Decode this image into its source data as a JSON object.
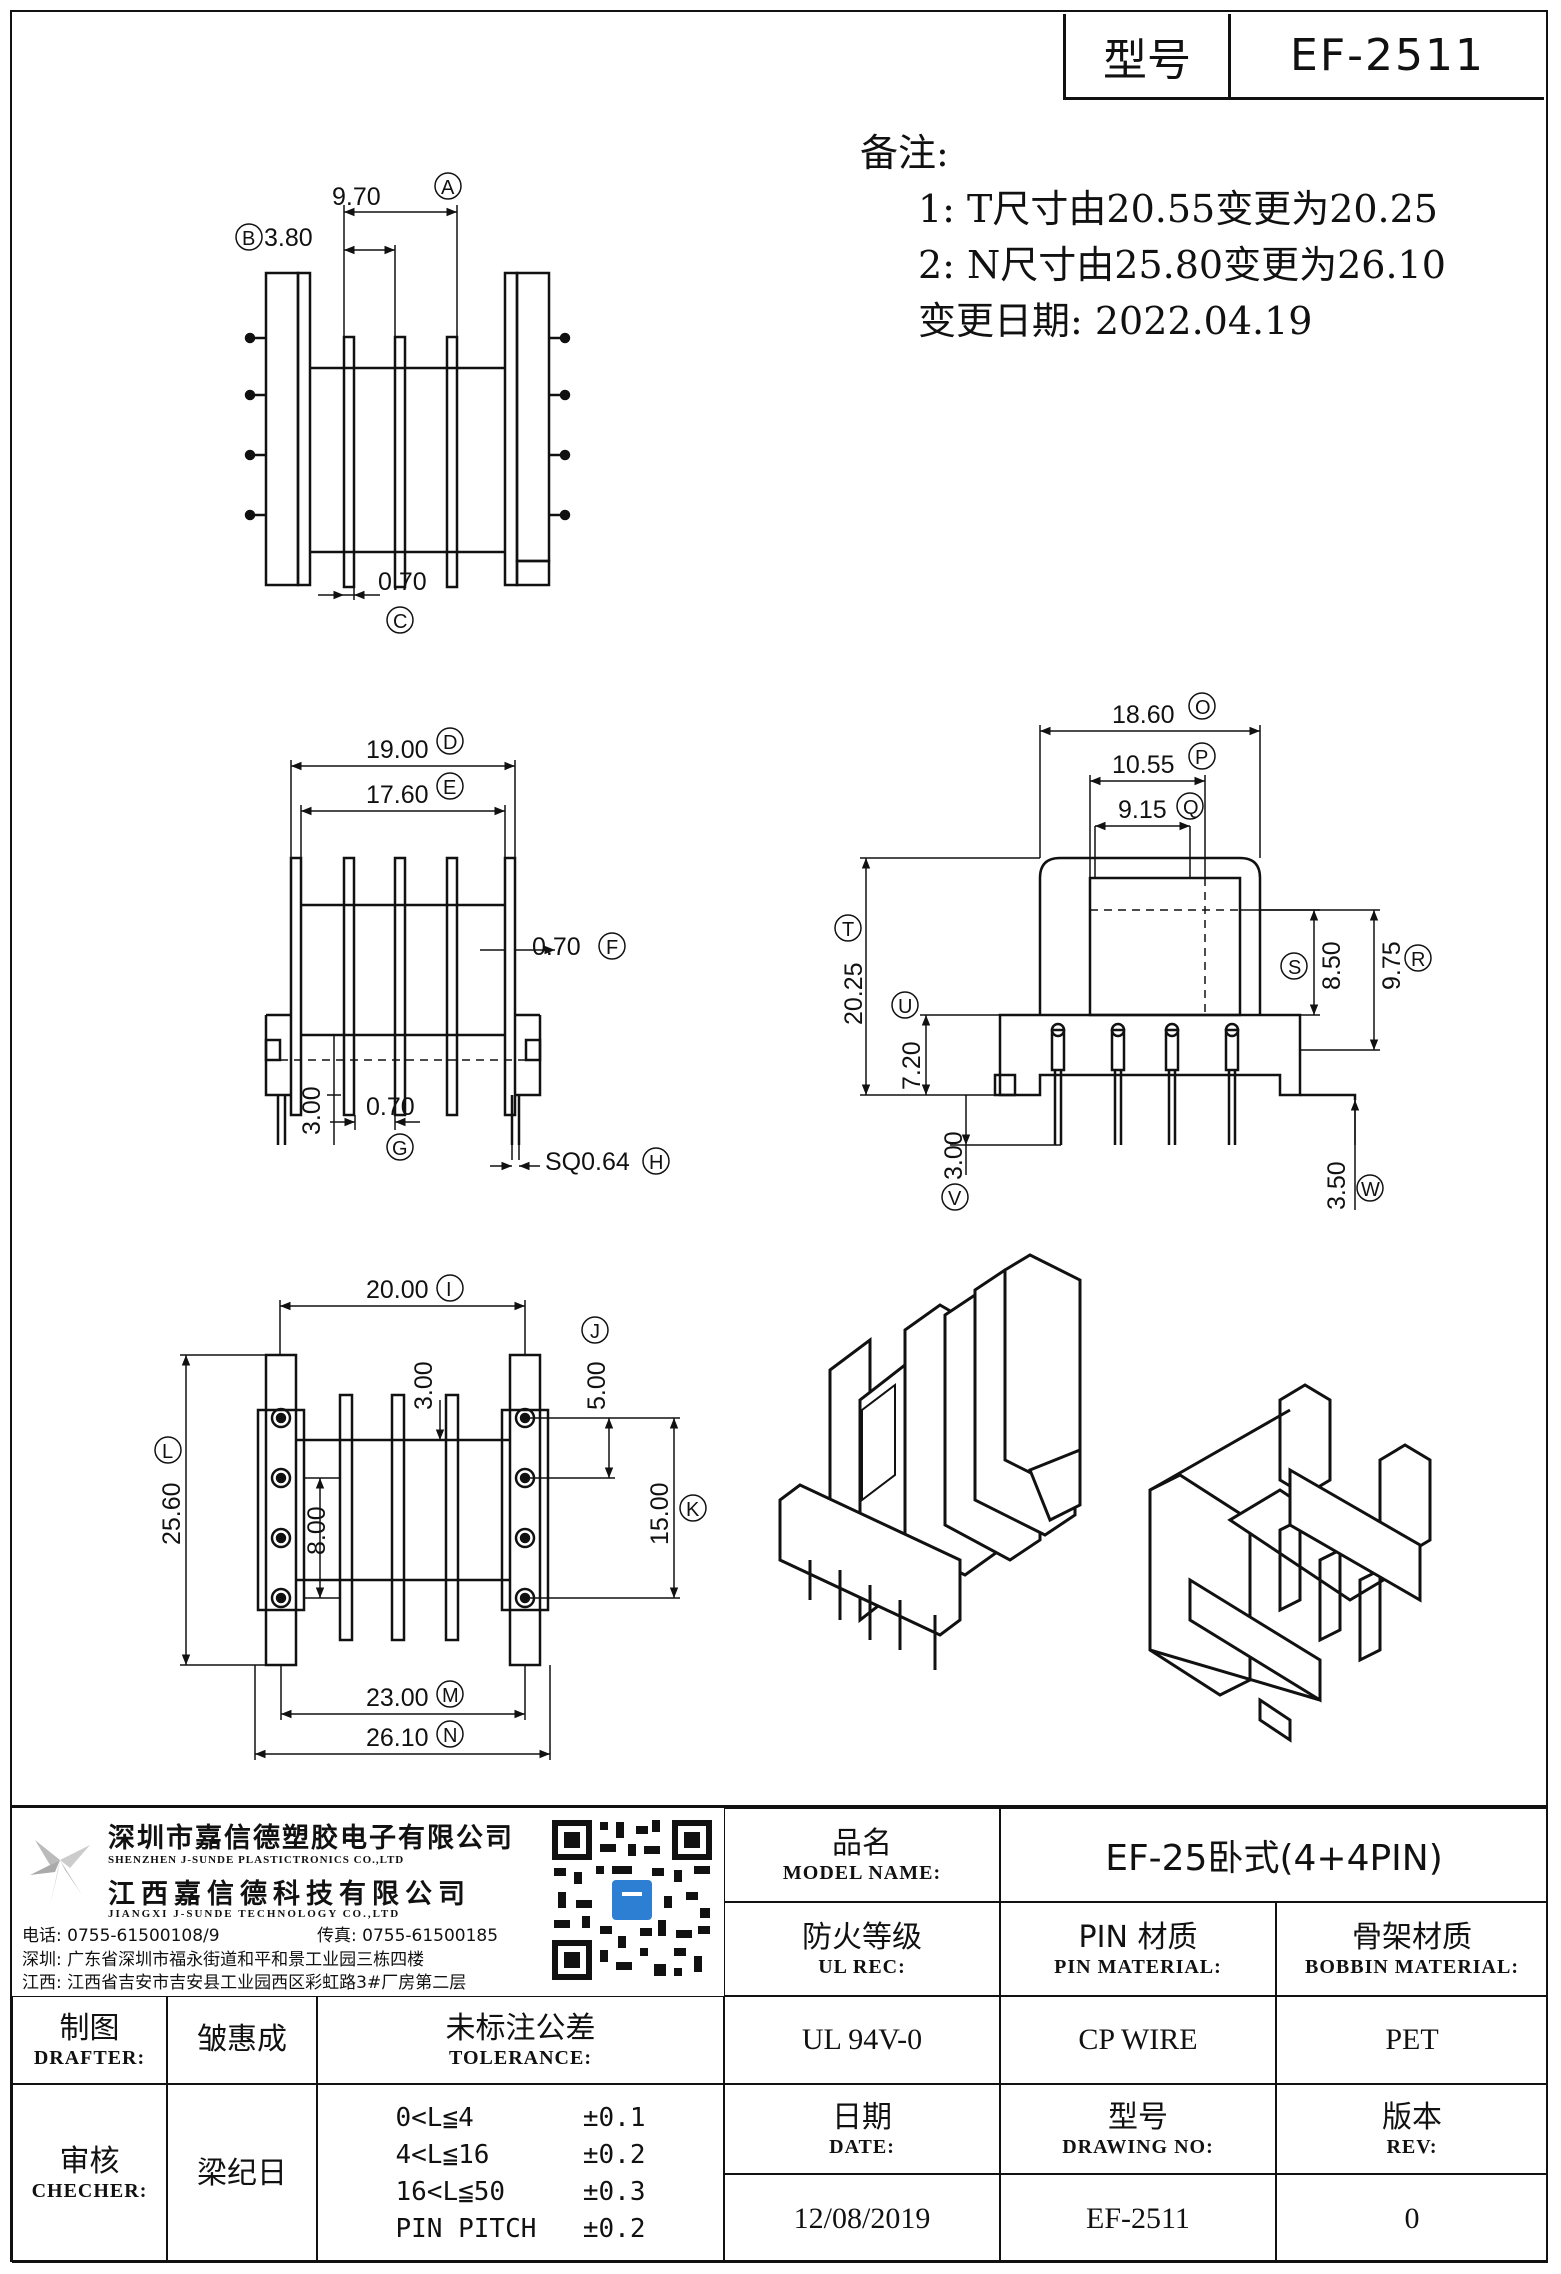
{
  "header": {
    "model_label": "型号",
    "model_value": "EF-2511"
  },
  "notes": {
    "title": "备注:",
    "lines": [
      "1: T尺寸由20.55变更为20.25",
      "2: N尺寸由25.80变更为26.10",
      "变更日期: 2022.04.19"
    ]
  },
  "dimensions": {
    "A": "9.70",
    "B": "3.80",
    "C": "0.70",
    "D": "19.00",
    "E": "17.60",
    "F": "0.70",
    "G": "0.70",
    "H": "SQ0.64",
    "I": "20.00",
    "J": "5.00",
    "K": "15.00",
    "L": "25.60",
    "M": "23.00",
    "N": "26.10",
    "O": "18.60",
    "P": "10.55",
    "Q": "9.15",
    "R": "9.75",
    "S": "8.50",
    "T": "20.25",
    "U": "7.20",
    "V": "3.00",
    "W": "3.50",
    "side_3_00": "3.00",
    "bottom_3_00": "3.00",
    "bottom_8_00": "8.00"
  },
  "company": {
    "name1": "深圳市嘉信德塑胶电子有限公司",
    "en1": "SHENZHEN J-SUNDE PLASTICTRONICS CO.,LTD",
    "name2": "江西嘉信德科技有限公司",
    "en2": "JIANGXI J-SUNDE TECHNOLOGY CO.,LTD",
    "phone": "电话: 0755-61500108/9",
    "fax": "传真: 0755-61500185",
    "addr1": "深圳: 广东省深圳市福永街道和平和景工业园三栋四楼",
    "addr2": "江西: 江西省吉安市吉安县工业园西区彩虹路3#厂房第二层"
  },
  "title_block": {
    "model_name_cn": "品名",
    "model_name_en": "MODEL NAME:",
    "model_name_value": "EF-25卧式(4+4PIN)",
    "ul_cn": "防火等级",
    "ul_en": "UL REC:",
    "ul_value": "UL 94V-0",
    "pin_cn": "PIN 材质",
    "pin_en": "PIN MATERIAL:",
    "pin_value": "CP WIRE",
    "bobbin_cn": "骨架材质",
    "bobbin_en": "BOBBIN MATERIAL:",
    "bobbin_value": "PET",
    "drafter_cn": "制图",
    "drafter_en": "DRAFTER:",
    "drafter_value": "皱惠成",
    "checker_cn": "审核",
    "checker_en": "CHECHER:",
    "checker_value": "梁纪日",
    "tolerance_cn": "未标注公差",
    "tolerance_en": "TOLERANCE:",
    "tolerance_rows": [
      {
        "range": "0<L≦4",
        "value": "±0.1"
      },
      {
        "range": "4<L≦16",
        "value": "±0.2"
      },
      {
        "range": "16<L≦50",
        "value": "±0.3"
      },
      {
        "range": "PIN PITCH",
        "value": "±0.2"
      }
    ],
    "date_cn": "日期",
    "date_en": "DATE:",
    "date_value": "12/08/2019",
    "drawing_cn": "型号",
    "drawing_en": "DRAWING NO:",
    "drawing_value": "EF-2511",
    "rev_cn": "版本",
    "rev_en": "REV:",
    "rev_value": "0"
  }
}
